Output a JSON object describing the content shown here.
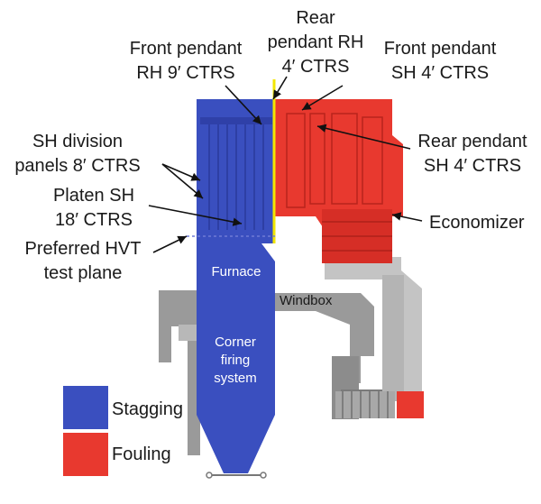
{
  "colors": {
    "stagging": "#3a4fbf",
    "fouling": "#e8392f",
    "gray": "#9a9a9a",
    "gray_light": "#c4c4c4",
    "divider": "#f2e600"
  },
  "labels": {
    "front_pendant_rh": [
      "Front pendant",
      "RH 9′ CTRS"
    ],
    "rear_pendant_rh": [
      "Rear",
      "pendant RH",
      "4′ CTRS"
    ],
    "front_pendant_sh": [
      "Front pendant",
      "SH 4′ CTRS"
    ],
    "sh_division": [
      "SH division",
      "panels 8′ CTRS"
    ],
    "rear_pendant_sh": [
      "Rear pendant",
      "SH 4′ CTRS"
    ],
    "platen_sh": [
      "Platen SH",
      "18′ CTRS"
    ],
    "economizer": "Economizer",
    "hvt_plane": [
      "Preferred HVT",
      "test plane"
    ],
    "furnace": "Furnace",
    "windbox": "Windbox",
    "corner_firing": [
      "Corner",
      "firing",
      "system"
    ]
  },
  "legend": [
    {
      "label": "Stagging",
      "color": "#3a4fbf"
    },
    {
      "label": "Fouling",
      "color": "#e8392f"
    }
  ]
}
